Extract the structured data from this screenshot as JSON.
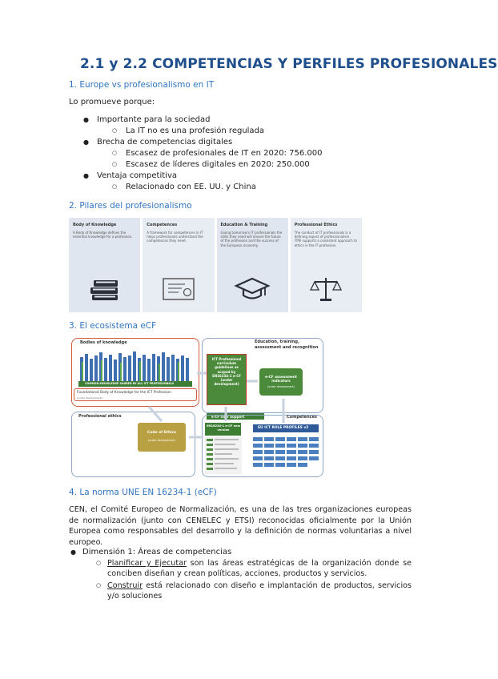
{
  "title": "2.1 y 2.2 COMPETENCIAS Y PERFILES PROFESIONALES",
  "section1": {
    "heading": "1. Europe vs profesionalismo en IT",
    "intro": "Lo promueve porque:",
    "items": [
      {
        "text": "Importante para la sociedad",
        "sub": [
          "La IT no es una profesión regulada"
        ]
      },
      {
        "text": "Brecha de competencias digitales",
        "sub": [
          "Escasez de profesionales de IT en 2020: 756.000",
          "Escasez de líderes digitales en 2020: 250.000"
        ]
      },
      {
        "text": "Ventaja competitiva",
        "sub": [
          "Relacionado con EE. UU. y China"
        ]
      }
    ]
  },
  "section2": {
    "heading": "2. Pilares del profesionalismo",
    "pillars": [
      {
        "title": "Body of Knowledge",
        "desc": "A Body of Knowledge defines the essential knowledge for a profession.",
        "icon": "books-icon",
        "bg": "#dfe6ef"
      },
      {
        "title": "Competences",
        "desc": "A framework for competences in IT helps professionals understand the competences they need.",
        "icon": "certificate-icon",
        "bg": "#e8edf3"
      },
      {
        "title": "Education & Training",
        "desc": "Giving tomorrow's IT professionals the skills they need will ensure the future of the profession and the success of the European economy.",
        "icon": "graduation-cap-icon",
        "bg": "#dfe6ef"
      },
      {
        "title": "Professional Ethics",
        "desc": "The conduct of IT professionals is a defining aspect of professionalism. ITPE supports a consistent approach to ethics in the IT profession.",
        "icon": "scales-icon",
        "bg": "#e8edf3"
      }
    ]
  },
  "section3": {
    "heading": "3. El ecosistema eCF",
    "diagram": {
      "bodies": "Bodies of knowledge",
      "common": "COMMON KNOWLEDGE SHARED BY ALL ICT PROFESSIONALS",
      "foundational": "Foundational Body of Knowledge for the ICT Profession",
      "under_dev": "(under development)",
      "education": "Education, training, assessment and recognition",
      "curriculum": "ICT Professional curriculum guidelines as scoped by EN16234-1 e-CF (under development)",
      "assessment": "e-CF assessment indicators",
      "assessment_sub": "(under development)",
      "ethics": "Professional ethics",
      "code": "Code of Ethics",
      "code_sub": "(under development)",
      "support": "e-CF User Support",
      "competences": "Competences",
      "en": "EN16234-1 e-CF new version",
      "roles": "EU ICT ROLE PROFILES v2"
    }
  },
  "section4": {
    "heading": "4. La norma UNE EN 16234-1 (eCF)",
    "paragraph": "CEN, el Comité Europeo de Normalización, es una de las tres organizaciones europeas de normalización (junto con CENELEC y ETSI) reconocidas oficialmente por la Unión Europea como responsables del desarrollo y la definición de normas voluntarias a nivel europeo.",
    "dimension": "Dimensión 1: Áreas de competencias",
    "subitems": [
      {
        "keyword": "Planificar y Ejecutar",
        "rest": " son las áreas estratégicas de la organización donde se conciben diseñan y crean políticas, acciones, productos y servicios."
      },
      {
        "keyword": "Construir",
        "rest": " está relacionado con diseño e implantación de productos, servicios y/o soluciones"
      }
    ]
  }
}
